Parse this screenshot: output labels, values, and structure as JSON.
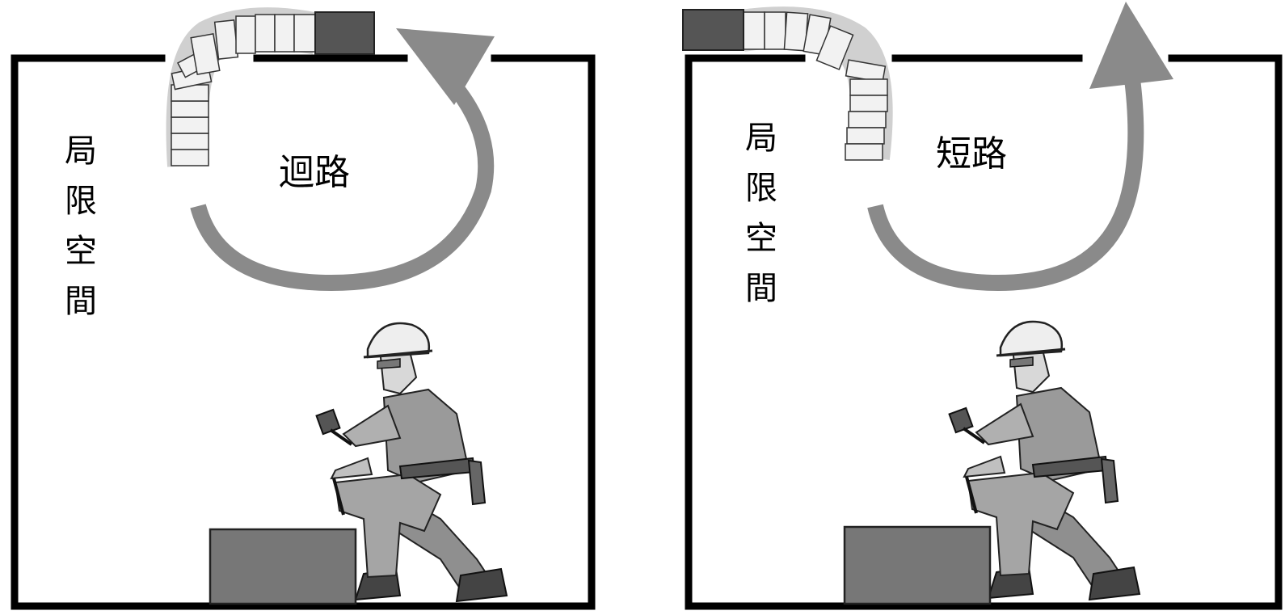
{
  "panels": [
    {
      "id": "left",
      "space_label_chars": [
        "局",
        "限",
        "空",
        "間"
      ],
      "flow_label": "迴路"
    },
    {
      "id": "right",
      "space_label_chars": [
        "局",
        "限",
        "空",
        "間"
      ],
      "flow_label": "短路"
    }
  ],
  "colors": {
    "wall": "#000000",
    "arrow": "#8a8a8a",
    "fan_box": "#555555",
    "duct": "#e6e6e6",
    "crate": "#777777",
    "worker": "#9a9a9a"
  }
}
